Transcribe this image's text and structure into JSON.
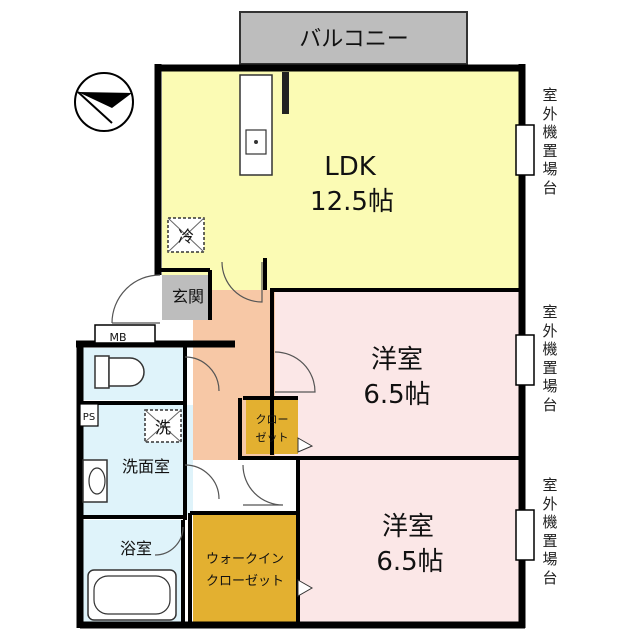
{
  "balcony": "バルコニー",
  "rooms": {
    "ldk_name": "LDK",
    "ldk_size": "12.5帖",
    "western1_name": "洋室",
    "western1_size": "6.5帖",
    "western2_name": "洋室",
    "western2_size": "6.5帖",
    "entrance": "玄関",
    "washroom": "洗面室",
    "bathroom": "浴室",
    "closet_line1": "クロー",
    "closet_line2": "ゼット",
    "walkin_line1": "ウォークイン",
    "walkin_line2": "クローゼット"
  },
  "symbols": {
    "fridge": "冷",
    "washer": "洗",
    "meter_box": "MB",
    "pipe_space": "PS"
  },
  "outdoor_unit_label": [
    "室",
    "外",
    "機",
    "置",
    "場",
    "台"
  ],
  "colors": {
    "ldk": "#fbfbb4",
    "western": "#fbe7e7",
    "corridor": "#f7c8a6",
    "wet_area": "#dff3fa",
    "closet": "#e3b030",
    "entrance": "#bdbdbd",
    "balcony": "#bdbdbd",
    "wall": "#000000"
  }
}
